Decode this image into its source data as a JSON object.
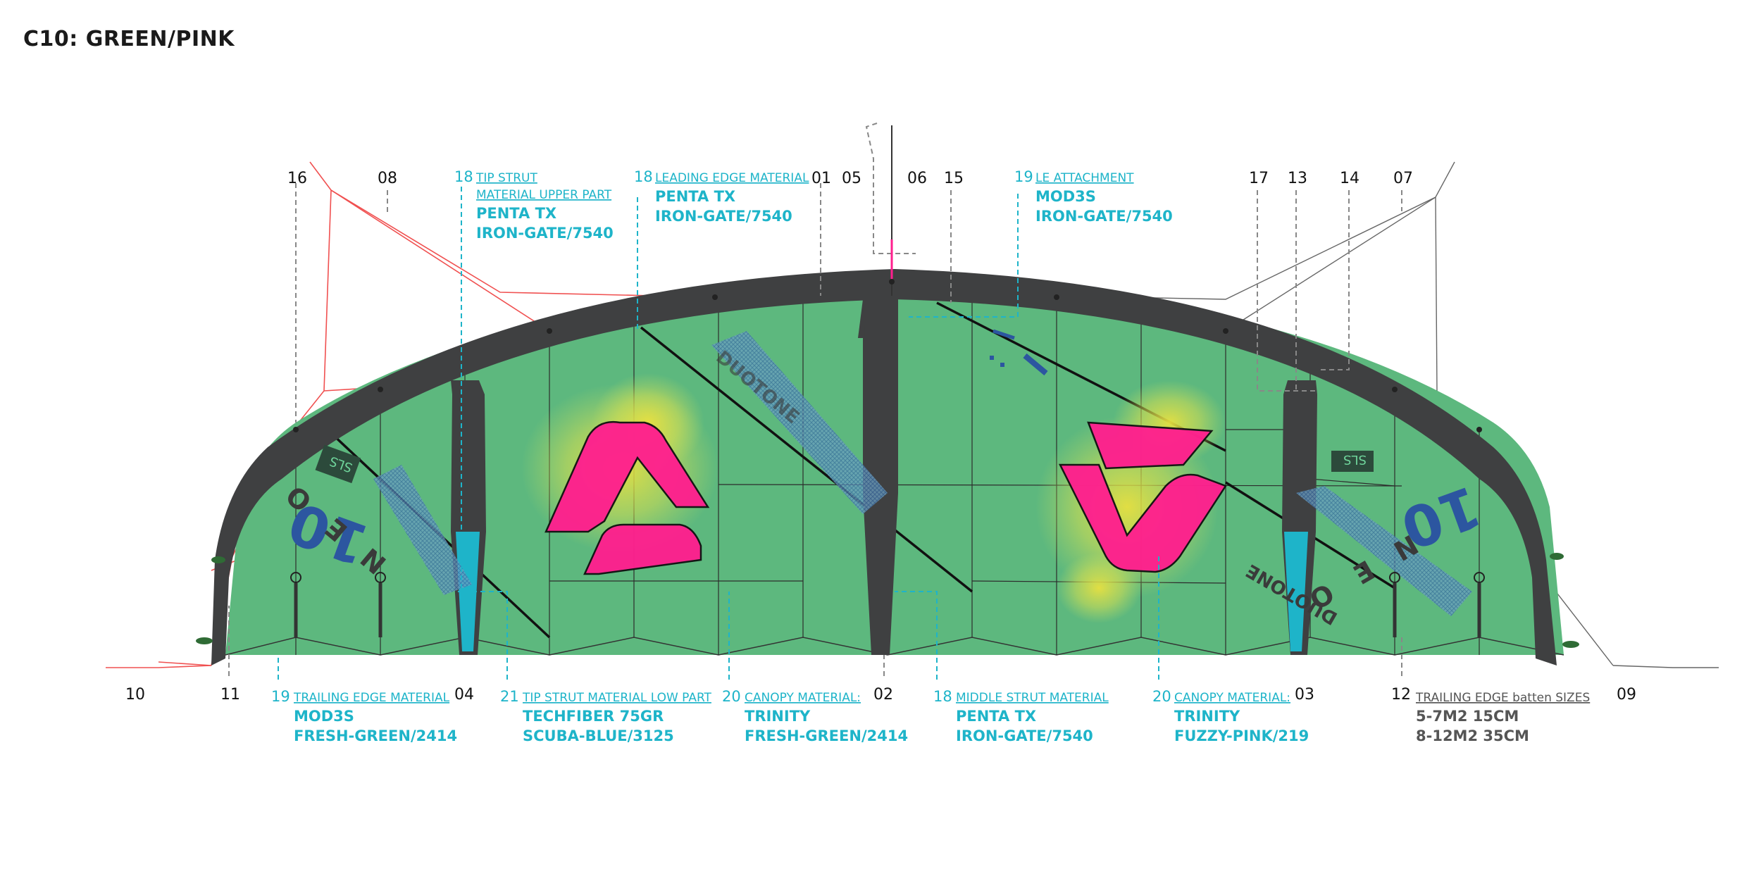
{
  "title": "C10: GREEN/PINK",
  "colors": {
    "canopy": "#5db87e",
    "frame": "#3f4041",
    "accent_pink": "#ff1f8e",
    "tip_strut_blue": "#1eb4c9",
    "callout": "#1eb4c9",
    "bridle_red": "#f05050"
  },
  "point_numbers": {
    "n16": "16",
    "n08": "08",
    "n01": "01",
    "n05": "05",
    "n06": "06",
    "n15": "15",
    "n17": "17",
    "n13": "13",
    "n14": "14",
    "n07": "07",
    "n10": "10",
    "n11": "11",
    "n04": "04",
    "n02": "02",
    "n03": "03",
    "n12": "12",
    "n09": "09"
  },
  "callouts": {
    "tip_strut_upper": {
      "code": "18",
      "title_line1": "TIP STRUT",
      "title_line2": "MATERIAL UPPER PART",
      "value1": "PENTA TX",
      "value2": "IRON-GATE/7540"
    },
    "leading_edge": {
      "code": "18",
      "title": "LEADING EDGE MATERIAL",
      "value1": "PENTA TX",
      "value2": "IRON-GATE/7540"
    },
    "le_attachment": {
      "code": "19",
      "title": "LE ATTACHMENT",
      "value1": "MOD3S",
      "value2": "IRON-GATE/7540"
    },
    "trailing_edge": {
      "code": "19",
      "title": "TRAILING EDGE MATERIAL",
      "value1": "MOD3S",
      "value2": "FRESH-GREEN/2414"
    },
    "tip_strut_low": {
      "code": "21",
      "title": "TIP STRUT MATERIAL LOW PART",
      "value1": "TECHFIBER 75GR",
      "value2": "SCUBA-BLUE/3125"
    },
    "canopy_green": {
      "code": "20",
      "title": "CANOPY MATERIAL:",
      "value1": "TRINITY",
      "value2": "FRESH-GREEN/2414"
    },
    "middle_strut": {
      "code": "18",
      "title": "MIDDLE STRUT MATERIAL",
      "value1": "PENTA TX",
      "value2": "IRON-GATE/7540"
    },
    "canopy_pink": {
      "code": "20",
      "title": "CANOPY MATERIAL:",
      "value1": "TRINITY",
      "value2": "FUZZY-PINK/219"
    },
    "batten_sizes": {
      "title": "TRAILING EDGE batten SIZES",
      "value1": "5-7M2 15CM",
      "value2": "8-12M2  35CM"
    }
  },
  "kite_graphics": {
    "logo_text": "10",
    "model_text": "NEO",
    "brand_text": "DUOTONE",
    "badge_text": "SLS"
  }
}
